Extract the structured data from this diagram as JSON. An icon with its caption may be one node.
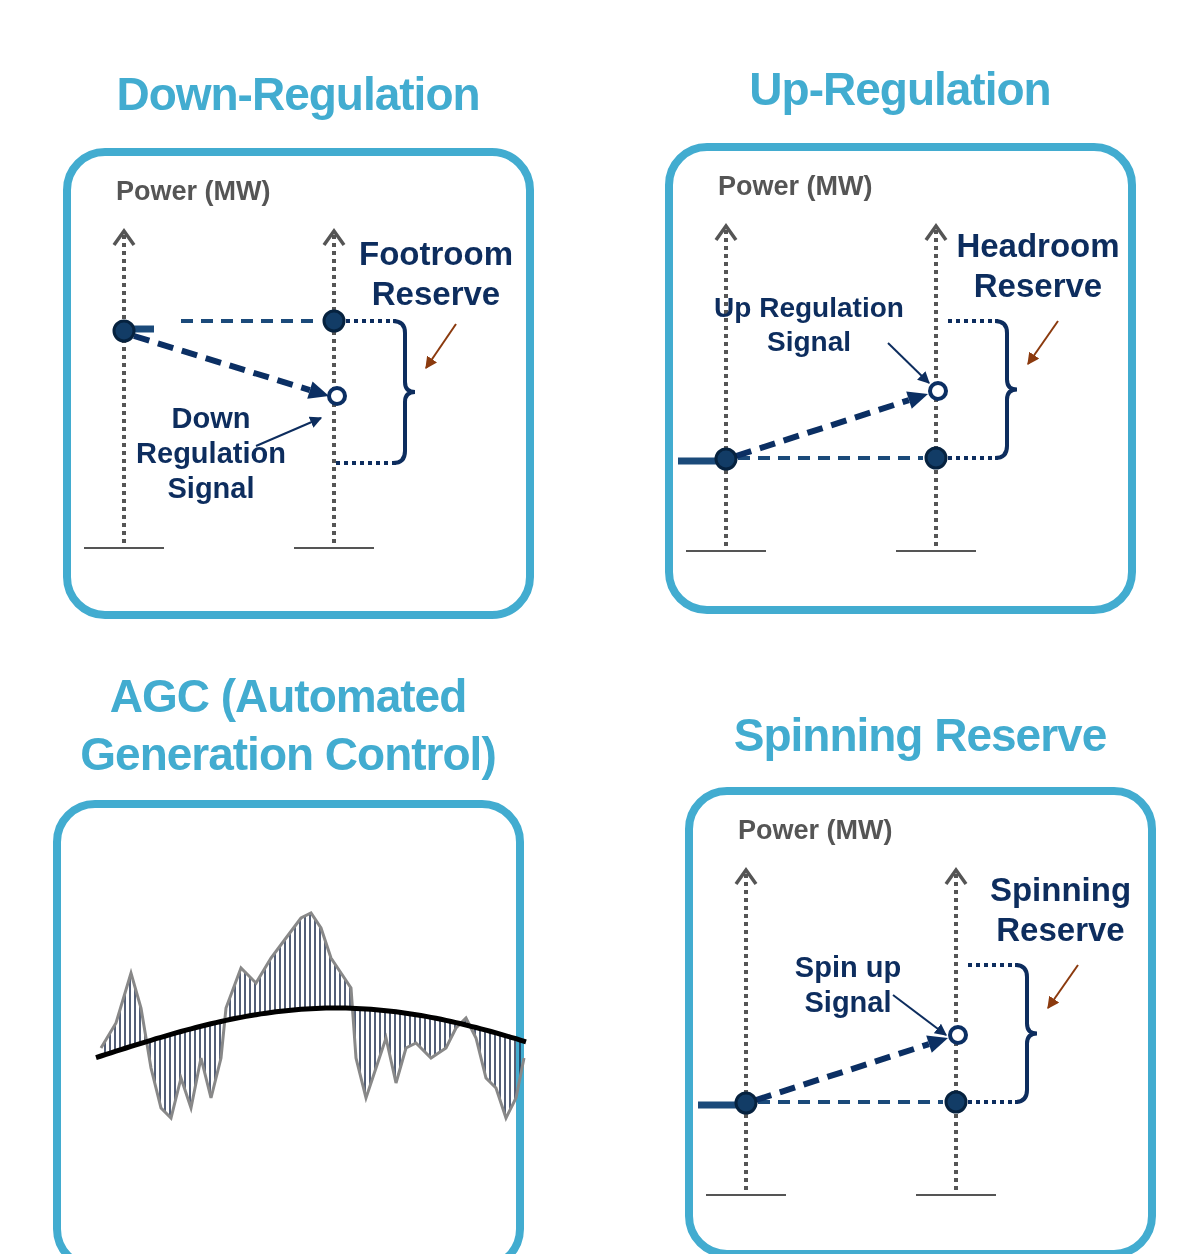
{
  "diagram": {
    "nodes": [
      {
        "text": [
          "Down-Regulation"
        ]
      },
      {
        "text": [
          "Footroom Reserve"
        ],
        "in": 0
      },
      {
        "text": [
          "Down Regulation Signal"
        ],
        "in": 0
      },
      {
        "text": [
          "Up-Regulation"
        ]
      },
      {
        "text": [
          "Headroom Reserve"
        ],
        "in": 3
      },
      {
        "text": [
          "Up Regulation Signal"
        ],
        "in": 3
      },
      {
        "text": [
          "AGC (Automated Generation Control)"
        ]
      },
      {
        "text": [
          "Spinning Reserve"
        ]
      },
      {
        "text": [
          "Spinning Reserve"
        ],
        "in": 7
      },
      {
        "text": [
          "Spin up Signal"
        ],
        "in": 7
      }
    ],
    "edges": [
      {
        "from": 1,
        "to": null,
        "arrow": "to",
        "color": "#8b3a0e"
      },
      {
        "from": 2,
        "to": null,
        "arrow": "to",
        "color": "#0d2d5e"
      },
      {
        "from": 4,
        "to": null,
        "arrow": "to",
        "color": "#8b3a0e"
      },
      {
        "from": 5,
        "to": null,
        "arrow": "to",
        "color": "#0d2d5e"
      },
      {
        "from": 8,
        "to": null,
        "arrow": "to",
        "color": "#8b3a0e"
      },
      {
        "from": 9,
        "to": null,
        "arrow": "to",
        "color": "#0d2d5e"
      }
    ],
    "labels": [
      "Power (MW)",
      "Power (MW)",
      "Power (MW)"
    ]
  }
}
